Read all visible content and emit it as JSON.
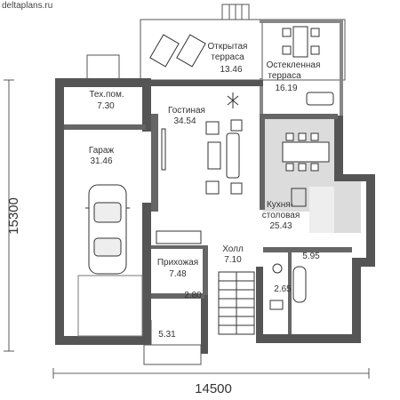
{
  "watermark": "deltaplans.ru",
  "dimensions": {
    "total_width": "14500",
    "total_height": "15300"
  },
  "colors": {
    "wall": "#555555",
    "floor_gray": "#dcdcdc",
    "line": "#333333"
  },
  "rooms": [
    {
      "id": "open-terrace",
      "name_line1": "Открытая",
      "name_line2": "терраса",
      "area": "13.46"
    },
    {
      "id": "glazed-terrace",
      "name_line1": "Остекленная",
      "name_line2": "терраса",
      "area": "16.19"
    },
    {
      "id": "tech-room",
      "name_line1": "Тех.пом.",
      "area": "7.30"
    },
    {
      "id": "living-room",
      "name_line1": "Гостиная",
      "area": "34.54"
    },
    {
      "id": "garage",
      "name_line1": "Гараж",
      "area": "31.46"
    },
    {
      "id": "kitchen-dining",
      "name_line1": "Кухня-",
      "name_line2": "столовая",
      "area": "25.43"
    },
    {
      "id": "entrance-hall",
      "name_line1": "Прихожая",
      "area": "7.48"
    },
    {
      "id": "hall",
      "name_line1": "Холл",
      "area": "7.10"
    },
    {
      "id": "bathroom",
      "area": "5.95"
    },
    {
      "id": "wc",
      "area": "2.65"
    },
    {
      "id": "vestibule",
      "area": "2.80"
    },
    {
      "id": "porch",
      "area": "5.31"
    }
  ]
}
